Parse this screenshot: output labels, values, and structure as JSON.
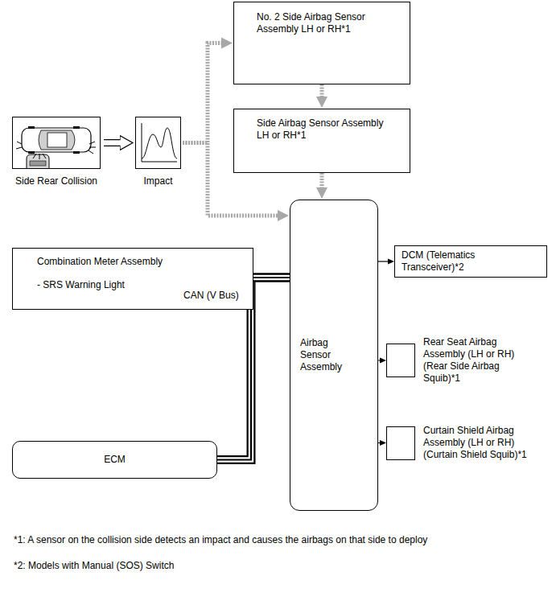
{
  "diagram": {
    "nodes": [
      {
        "text": [
          "No. 2 Side Airbag Sensor Assembly LH or RH*1"
        ]
      },
      {
        "text": [
          "Side Rear Collision"
        ]
      },
      {
        "text": [
          "Impact"
        ]
      },
      {
        "text": [
          "Side Airbag Sensor Assembly LH or RH*1"
        ]
      },
      {
        "text": [
          "Airbag Sensor Assembly"
        ]
      },
      {
        "text": [
          "DCM (Telematics Transceiver)*2"
        ]
      },
      {
        "text": [
          "Combination Meter Assembly",
          "- SRS Warning Light"
        ]
      },
      {
        "text": [
          "Rear Seat Airbag Assembly (LH or RH) (Rear Side Airbag Squib)*1"
        ]
      },
      {
        "text": [
          "ECM"
        ]
      },
      {
        "text": [
          "Curtain Shield Airbag Assembly (LH or RH) (Curtain Shield Squib)*1"
        ]
      }
    ],
    "edges": [
      {
        "from": 1,
        "to": 2,
        "arrow": "to"
      },
      {
        "from": 2,
        "to": 0,
        "arrow": "to"
      },
      {
        "from": 2,
        "to": 4,
        "arrow": "to"
      },
      {
        "from": 0,
        "to": 3,
        "arrow": "to"
      },
      {
        "from": 3,
        "to": 4,
        "arrow": "to"
      },
      {
        "from": 4,
        "to": 5,
        "arrow": "to"
      },
      {
        "from": 6,
        "to": 4,
        "label": "CAN (V Bus)",
        "arrow": "none"
      },
      {
        "from": 8,
        "to": 4,
        "arrow": "none"
      },
      {
        "from": 4,
        "to": 7,
        "arrow": "to"
      },
      {
        "from": 4,
        "to": 9,
        "arrow": "to"
      }
    ],
    "labels": [
      "*1: A sensor on the collision side detects an impact and causes the airbags on that side to deploy",
      "*2: Models with Manual (SOS) Switch"
    ]
  }
}
